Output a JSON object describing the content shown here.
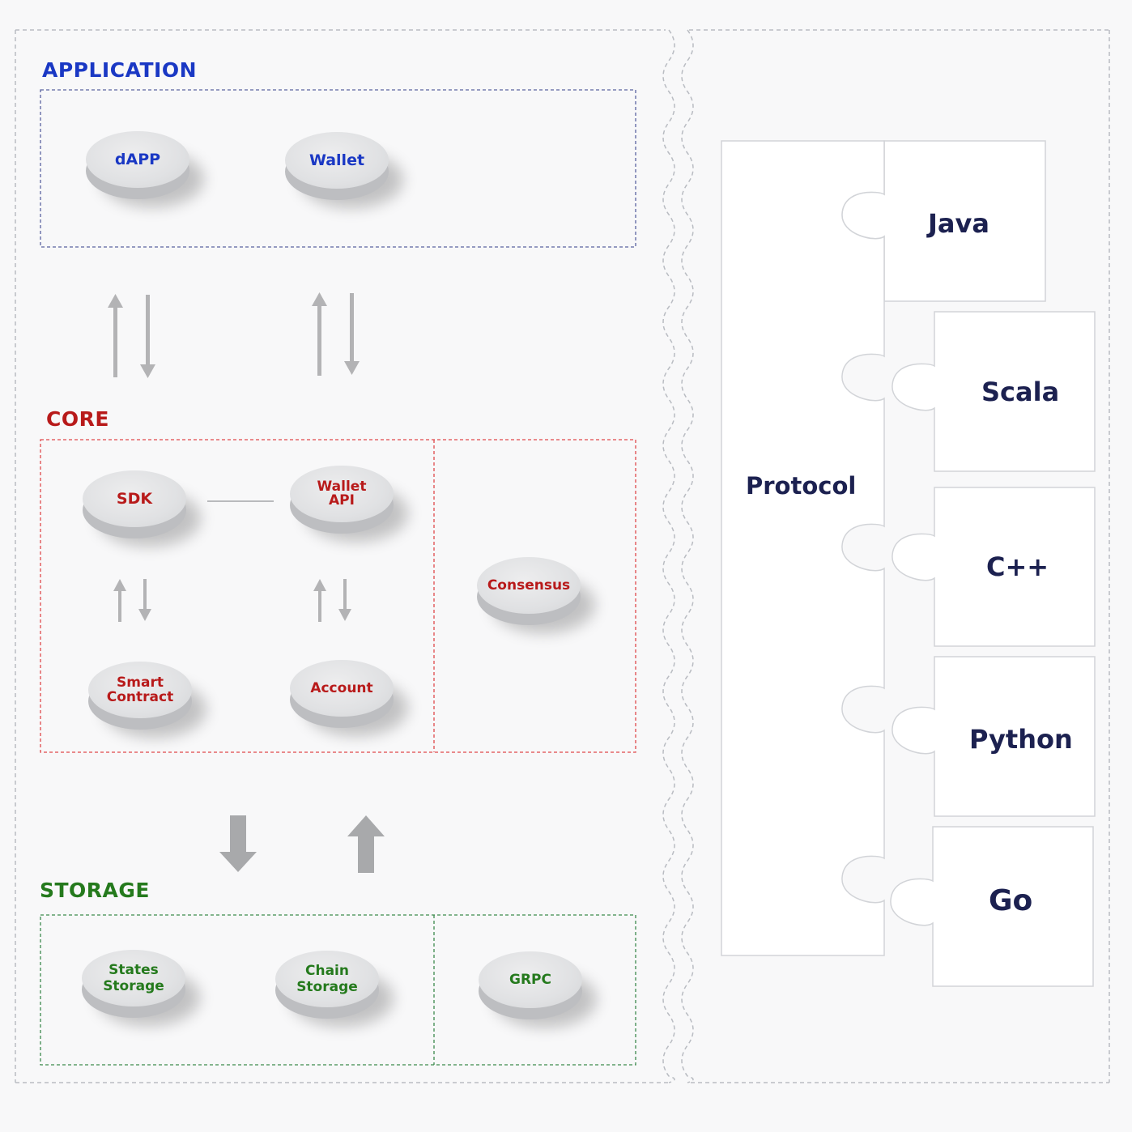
{
  "sections": {
    "application": "APPLICATION",
    "core": "CORE",
    "storage": "STORAGE"
  },
  "nodes": {
    "dapp": "dAPP",
    "wallet": "Wallet",
    "sdk": "SDK",
    "wallet_api": "Wallet\nAPI",
    "consensus": "Consensus",
    "smart_contract": "Smart\nContract",
    "account": "Account",
    "states_storage": "States\nStorage",
    "chain_storage": "Chain\nStorage",
    "grpc": "GRPC"
  },
  "puzzle": {
    "protocol": "Protocol",
    "languages": [
      "Java",
      "Scala",
      "C++",
      "Python",
      "Go"
    ]
  },
  "colors": {
    "application": "#1a38c4",
    "core": "#b81a1a",
    "storage": "#257a1d",
    "language_text": "#1c2150",
    "arrow": "#b3b3b5"
  }
}
